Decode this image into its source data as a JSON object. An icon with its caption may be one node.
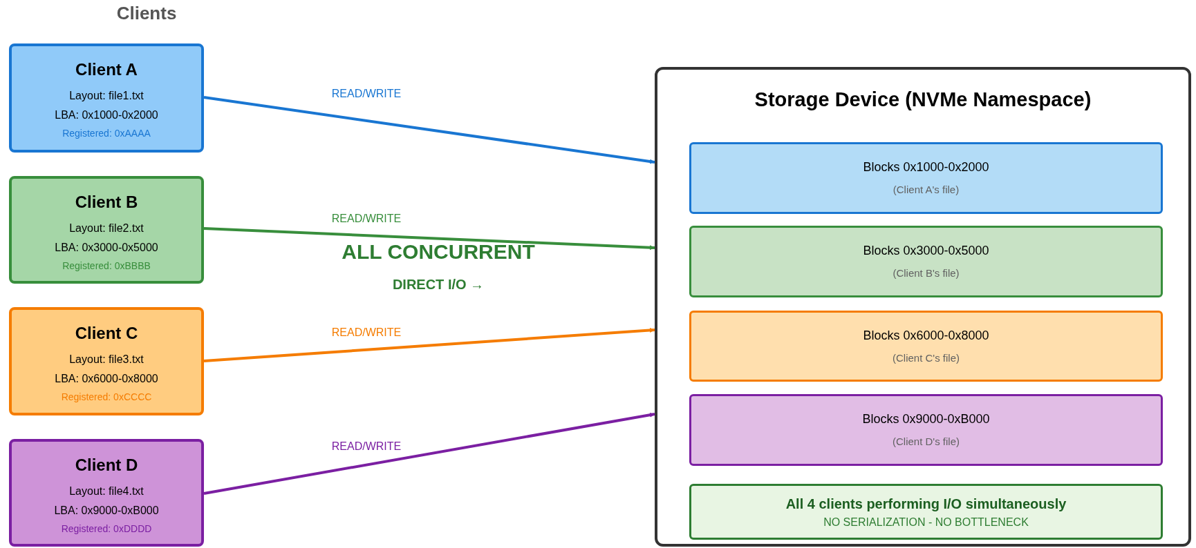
{
  "diagram": {
    "nodes": [
      {
        "text": [
          "Client A",
          "Layout: file1.txt",
          "LBA: 0x1000-0x2000",
          "Registered: 0xAAAA"
        ]
      },
      {
        "text": [
          "Client B",
          "Layout: file2.txt",
          "LBA: 0x3000-0x5000",
          "Registered: 0xBBBB"
        ]
      },
      {
        "text": [
          "Client C",
          "Layout: file3.txt",
          "LBA: 0x6000-0x8000",
          "Registered: 0xCCCC"
        ]
      },
      {
        "text": [
          "Client D",
          "Layout: file4.txt",
          "LBA: 0x9000-0xB000",
          "Registered: 0xDDDD"
        ]
      },
      {
        "text": [
          "Storage Device (NVMe Namespace)"
        ]
      },
      {
        "text": [
          "Blocks 0x1000-0x2000",
          "(Client A's file)"
        ],
        "in": 4
      },
      {
        "text": [
          "Blocks 0x3000-0x5000",
          "(Client B's file)"
        ],
        "in": 4
      },
      {
        "text": [
          "Blocks 0x6000-0x8000",
          "(Client C's file)"
        ],
        "in": 4
      },
      {
        "text": [
          "Blocks 0x9000-0xB000",
          "(Client D's file)"
        ],
        "in": 4
      },
      {
        "text": [
          "All 4 clients performing I/O simultaneously",
          "NO SERIALIZATION - NO BOTTLENECK"
        ],
        "in": 4
      }
    ],
    "edges": [
      {
        "from": 0,
        "to": 4,
        "arrow": "to",
        "label": "READ/WRITE",
        "color": "#1976d2"
      },
      {
        "from": 1,
        "to": 4,
        "arrow": "to",
        "label": "READ/WRITE",
        "color": "#388e3c"
      },
      {
        "from": 2,
        "to": 4,
        "arrow": "to",
        "label": "READ/WRITE",
        "color": "#f57c00"
      },
      {
        "from": 3,
        "to": 4,
        "arrow": "to",
        "label": "READ/WRITE",
        "color": "#7b1fa2"
      }
    ],
    "labels": [
      "Clients",
      "ALL CONCURRENT",
      "DIRECT I/O →"
    ]
  }
}
